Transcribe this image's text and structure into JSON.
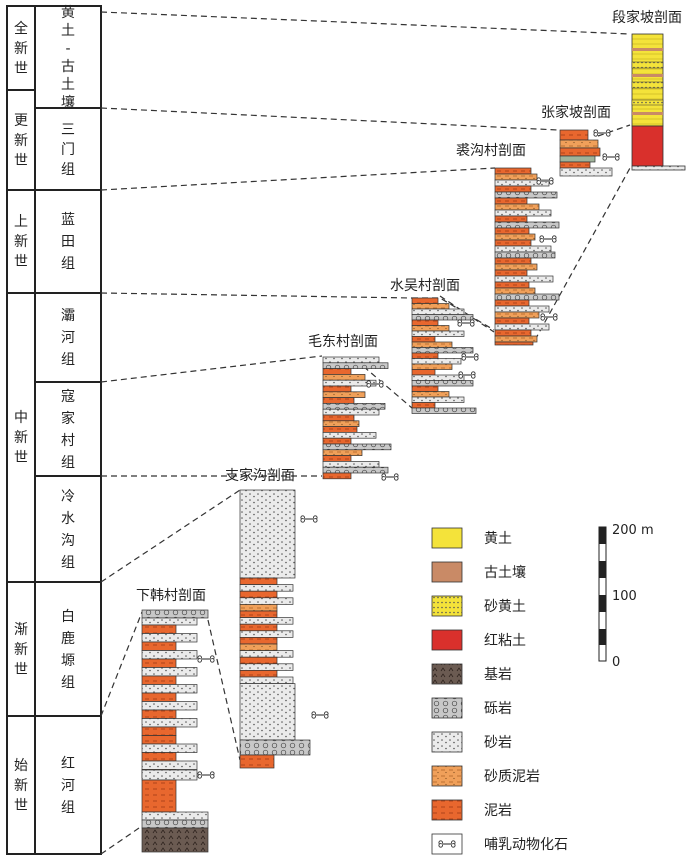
{
  "strat_table": {
    "epochs": [
      "全新世",
      "更新世",
      "上新世",
      "中新世",
      "渐新世",
      "始新世"
    ],
    "formations": [
      "黄土-古土壤",
      "三门组",
      "蓝田组",
      "灞河组",
      "寇家村组",
      "冷水沟组",
      "白鹿塬组",
      "红河组"
    ]
  },
  "sections": [
    {
      "name": "段家坡剖面"
    },
    {
      "name": "张家坡剖面"
    },
    {
      "name": "裘沟村剖面"
    },
    {
      "name": "水吴村剖面"
    },
    {
      "name": "毛东村剖面"
    },
    {
      "name": "支家沟剖面"
    },
    {
      "name": "下韩村剖面"
    }
  ],
  "legend": [
    {
      "label": "黄土",
      "pattern": "loess"
    },
    {
      "label": "古土壤",
      "pattern": "paleosol"
    },
    {
      "label": "砂黄土",
      "pattern": "sandyloess"
    },
    {
      "label": "红粘土",
      "pattern": "redclay"
    },
    {
      "label": "基岩",
      "pattern": "bedrock"
    },
    {
      "label": "砾岩",
      "pattern": "conglomerate"
    },
    {
      "label": "砂岩",
      "pattern": "sandstone"
    },
    {
      "label": "砂质泥岩",
      "pattern": "sandymud"
    },
    {
      "label": "泥岩",
      "pattern": "mudstone"
    },
    {
      "label": "哺乳动物化石",
      "pattern": "fossil"
    }
  ],
  "scale": {
    "top": "200 m",
    "mid": "100",
    "bottom": "0"
  },
  "colors": {
    "loess": "#f4e33a",
    "paleosol": "#c98a66",
    "redclay": "#d9302c",
    "mudstone": "#e8672e",
    "sandymud": "#f0a05a",
    "sandstone": "#ebebeb",
    "conglomerate": "#c8c8c8",
    "bedrock": "#6b5b52"
  }
}
